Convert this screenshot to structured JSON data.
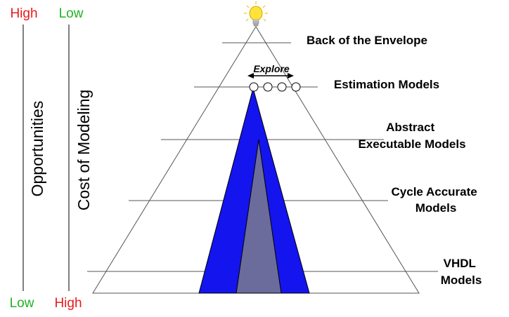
{
  "axes": {
    "opportunities": {
      "title": "Opportunities",
      "top": "High",
      "bottom": "Low"
    },
    "cost": {
      "title": "Cost of Modeling",
      "top": "Low",
      "bottom": "High"
    }
  },
  "colors": {
    "high": "#e8191a",
    "low": "#22b222",
    "outer_cone": "#1414ee",
    "inner_cone": "#6b6b9c"
  },
  "explore_label": "Explore",
  "levels": [
    {
      "lines": [
        "Back of the Envelope"
      ]
    },
    {
      "lines": [
        "Estimation Models"
      ]
    },
    {
      "lines": [
        "Abstract",
        "Executable Models"
      ]
    },
    {
      "lines": [
        "Cycle Accurate",
        "Models"
      ]
    },
    {
      "lines": [
        "VHDL",
        "Models"
      ]
    }
  ]
}
